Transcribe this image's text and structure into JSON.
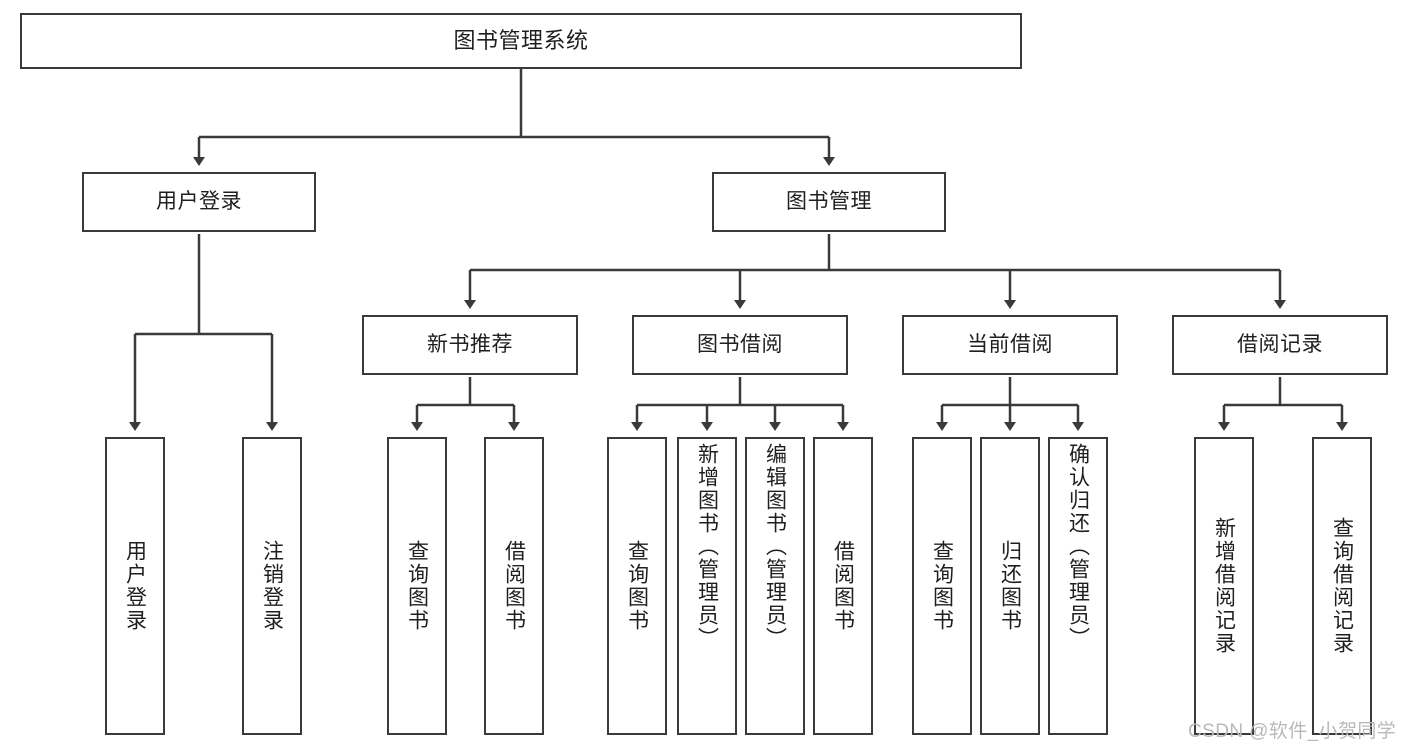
{
  "diagram": {
    "title": "图书管理系统",
    "type": "tree-hierarchy",
    "watermark": "CSDN @软件_小贺同学",
    "root": {
      "label": "图书管理系统"
    },
    "level2": [
      {
        "label": "用户登录"
      },
      {
        "label": "图书管理"
      }
    ],
    "level3": [
      {
        "label": "新书推荐"
      },
      {
        "label": "图书借阅"
      },
      {
        "label": "当前借阅"
      },
      {
        "label": "借阅记录"
      }
    ],
    "leaves": {
      "user_login": [
        {
          "label": "用户登录"
        },
        {
          "label": "注销登录"
        }
      ],
      "new_book": [
        {
          "label": "查询图书"
        },
        {
          "label": "借阅图书"
        }
      ],
      "book_borrow": [
        {
          "label": "查询图书"
        },
        {
          "label": "新增图书（管理员）"
        },
        {
          "label": "编辑图书（管理员）"
        },
        {
          "label": "借阅图书"
        }
      ],
      "current_borrow": [
        {
          "label": "查询图书"
        },
        {
          "label": "归还图书"
        },
        {
          "label": "确认归还（管理员）"
        }
      ],
      "borrow_record": [
        {
          "label": "新增借阅记录"
        },
        {
          "label": "查询借阅记录"
        }
      ]
    },
    "colors": {
      "border": "#3a3a3a",
      "text": "#1f1f1f",
      "background": "#ffffff",
      "watermark": "#b9b9b9"
    }
  }
}
